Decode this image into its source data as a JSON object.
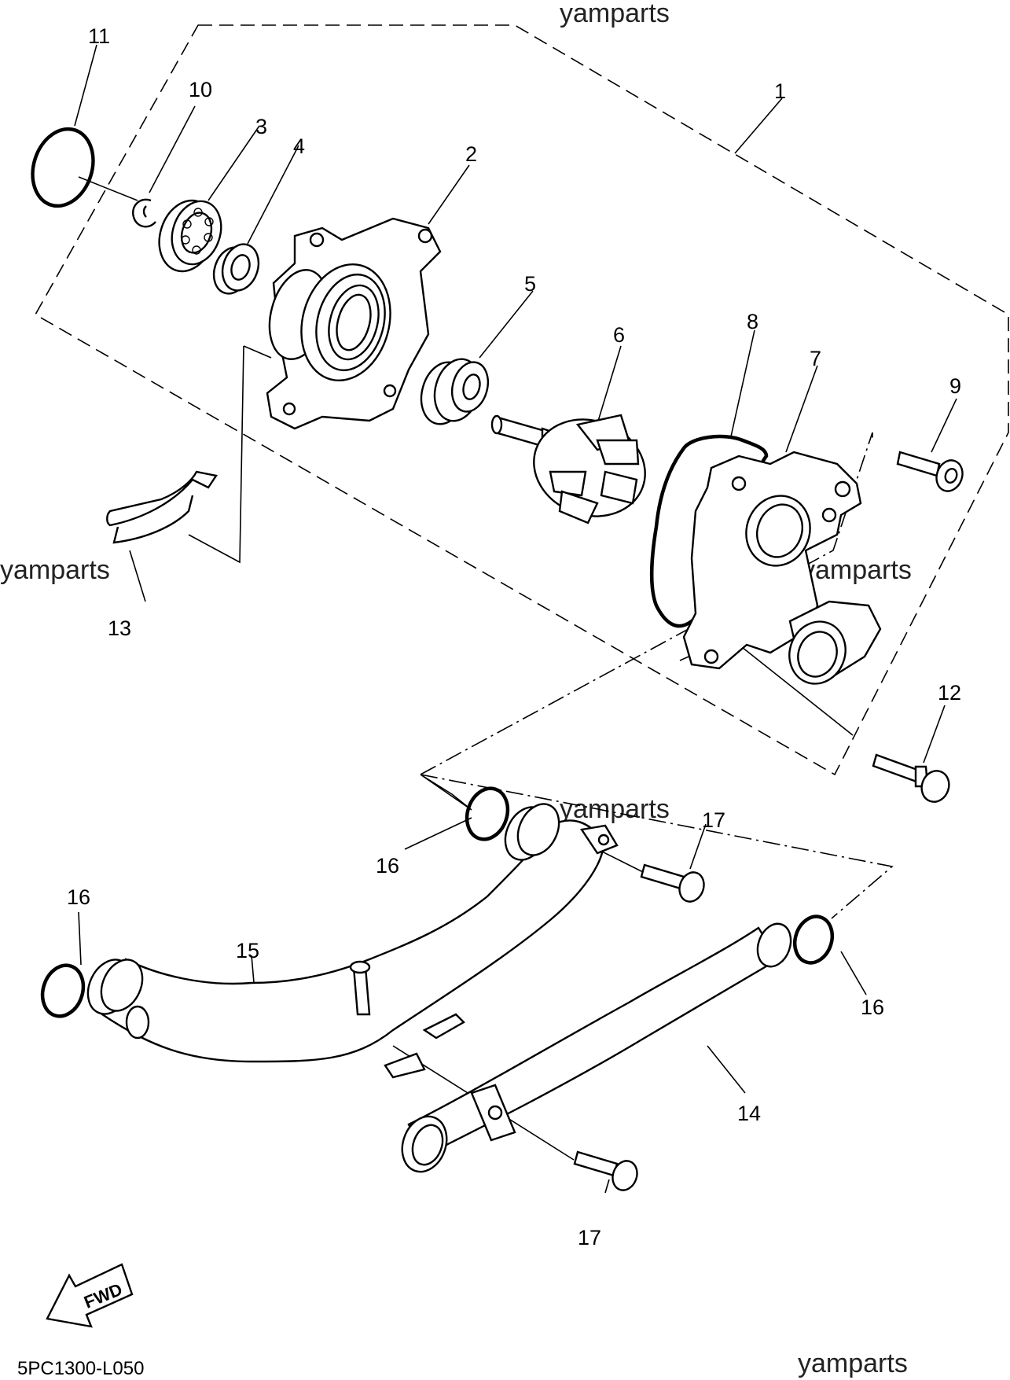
{
  "watermarks": [
    "yamparts",
    "yamparts",
    "yamparts",
    "yamparts",
    "yamparts"
  ],
  "figure_code": "5PC1300-L050",
  "fwd_label": "FWD",
  "callouts": [
    "1",
    "2",
    "3",
    "4",
    "5",
    "6",
    "7",
    "8",
    "9",
    "10",
    "11",
    "12",
    "13",
    "14",
    "15",
    "16",
    "16",
    "16",
    "17",
    "17"
  ]
}
